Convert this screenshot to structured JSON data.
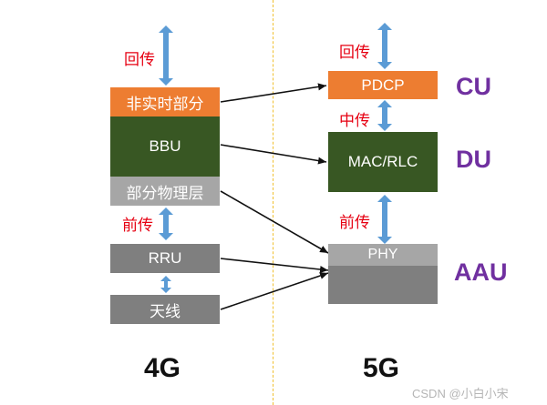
{
  "left": {
    "backhaul_label": "回传",
    "non_realtime": "非实时部分",
    "bbu": "BBU",
    "partial_phy": "部分物理层",
    "fronthaul_label": "前传",
    "rru": "RRU",
    "antenna": "天线",
    "generation": "4G"
  },
  "right": {
    "backhaul_label": "回传",
    "pdcp": "PDCP",
    "midhaul_label": "中传",
    "mac_rlc": "MAC/RLC",
    "fronthaul_label": "前传",
    "phy": "PHY",
    "generation": "5G",
    "cu": "CU",
    "du": "DU",
    "aau": "AAU"
  },
  "colors": {
    "orange": "#ed7d31",
    "dark_green": "#385723",
    "light_gray": "#a6a6a6",
    "dark_gray": "#7f7f7f",
    "blue_arrow": "#5b9bd5",
    "red_text": "#e60012",
    "purple_text": "#7030a0"
  },
  "watermark": "CSDN @小白小宋"
}
